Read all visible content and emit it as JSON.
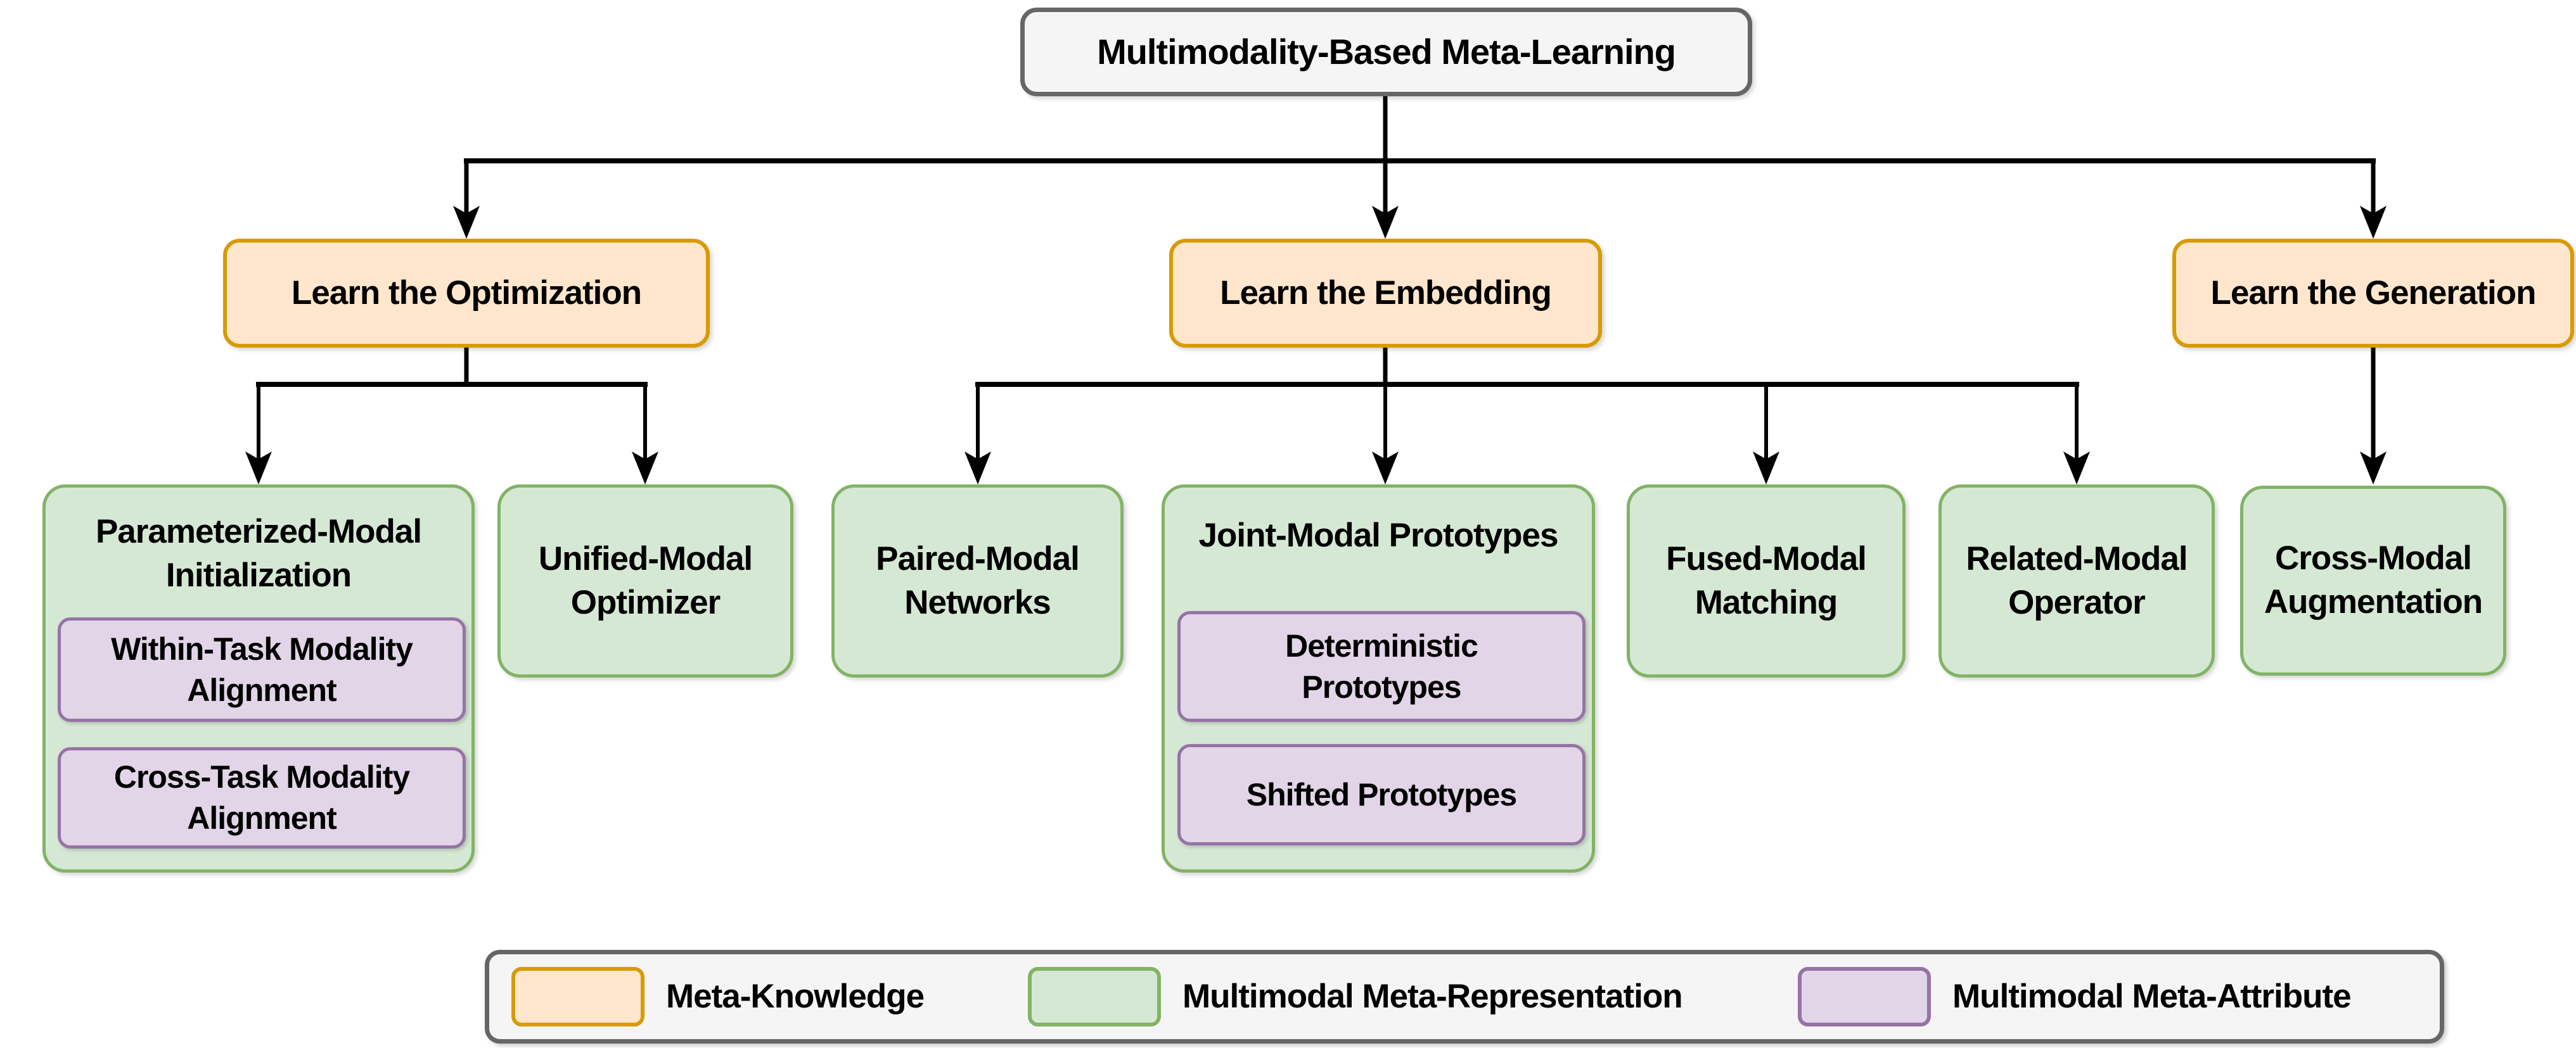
{
  "diagram_title": "Multimodality-Based Meta-Learning",
  "palette": {
    "meta_knowledge_fill": "#FFE6CC",
    "meta_knowledge_border": "#D79B00",
    "meta_representation_fill": "#D5E8D4",
    "meta_representation_border": "#82B366",
    "meta_attribute_fill": "#E1D5E7",
    "meta_attribute_border": "#9673A6",
    "neutral_fill": "#F5F5F5",
    "neutral_border": "#666666",
    "connector_color": "#000000",
    "text_color": "#000000"
  },
  "nodes": {
    "root": {
      "label": "Multimodality-Based Meta-Learning",
      "type": "root"
    },
    "optimization": {
      "label": "Learn the Optimization",
      "type": "meta-knowledge"
    },
    "embedding": {
      "label": "Learn the Embedding",
      "type": "meta-knowledge"
    },
    "generation": {
      "label": "Learn the Generation",
      "type": "meta-knowledge"
    },
    "parameterized": {
      "label": "Parameterized-Modal\nInitialization",
      "type": "multimodal-meta-representation"
    },
    "within_task": {
      "label": "Within-Task Modality\nAlignment",
      "type": "multimodal-meta-attribute"
    },
    "cross_task": {
      "label": "Cross-Task Modality\nAlignment",
      "type": "multimodal-meta-attribute"
    },
    "unified": {
      "label": "Unified-Modal\nOptimizer",
      "type": "multimodal-meta-representation"
    },
    "paired": {
      "label": "Paired-Modal\nNetworks",
      "type": "multimodal-meta-representation"
    },
    "joint": {
      "label": "Joint-Modal Prototypes",
      "type": "multimodal-meta-representation"
    },
    "deterministic": {
      "label": "Deterministic\nPrototypes",
      "type": "multimodal-meta-attribute"
    },
    "shifted": {
      "label": "Shifted Prototypes",
      "type": "multimodal-meta-attribute"
    },
    "fused": {
      "label": "Fused-Modal\nMatching",
      "type": "multimodal-meta-representation"
    },
    "related": {
      "label": "Related-Modal\nOperator",
      "type": "multimodal-meta-representation"
    },
    "cross_modal": {
      "label": "Cross-Modal\nAugmentation",
      "type": "multimodal-meta-representation"
    }
  },
  "edges": [
    {
      "from": "root",
      "to": "optimization"
    },
    {
      "from": "root",
      "to": "embedding"
    },
    {
      "from": "root",
      "to": "generation"
    },
    {
      "from": "optimization",
      "to": "parameterized"
    },
    {
      "from": "optimization",
      "to": "unified"
    },
    {
      "from": "embedding",
      "to": "paired"
    },
    {
      "from": "embedding",
      "to": "joint"
    },
    {
      "from": "embedding",
      "to": "fused"
    },
    {
      "from": "embedding",
      "to": "related"
    },
    {
      "from": "generation",
      "to": "cross_modal"
    }
  ],
  "containment": [
    {
      "parent": "parameterized",
      "children": [
        "within_task",
        "cross_task"
      ]
    },
    {
      "parent": "joint",
      "children": [
        "deterministic",
        "shifted"
      ]
    }
  ],
  "legend": {
    "items": [
      {
        "label": "Meta-Knowledge",
        "fill": "#FFE6CC",
        "border": "#D79B00"
      },
      {
        "label": "Multimodal Meta-Representation",
        "fill": "#D5E8D4",
        "border": "#82B366"
      },
      {
        "label": "Multimodal Meta-Attribute",
        "fill": "#E1D5E7",
        "border": "#9673A6"
      }
    ]
  }
}
